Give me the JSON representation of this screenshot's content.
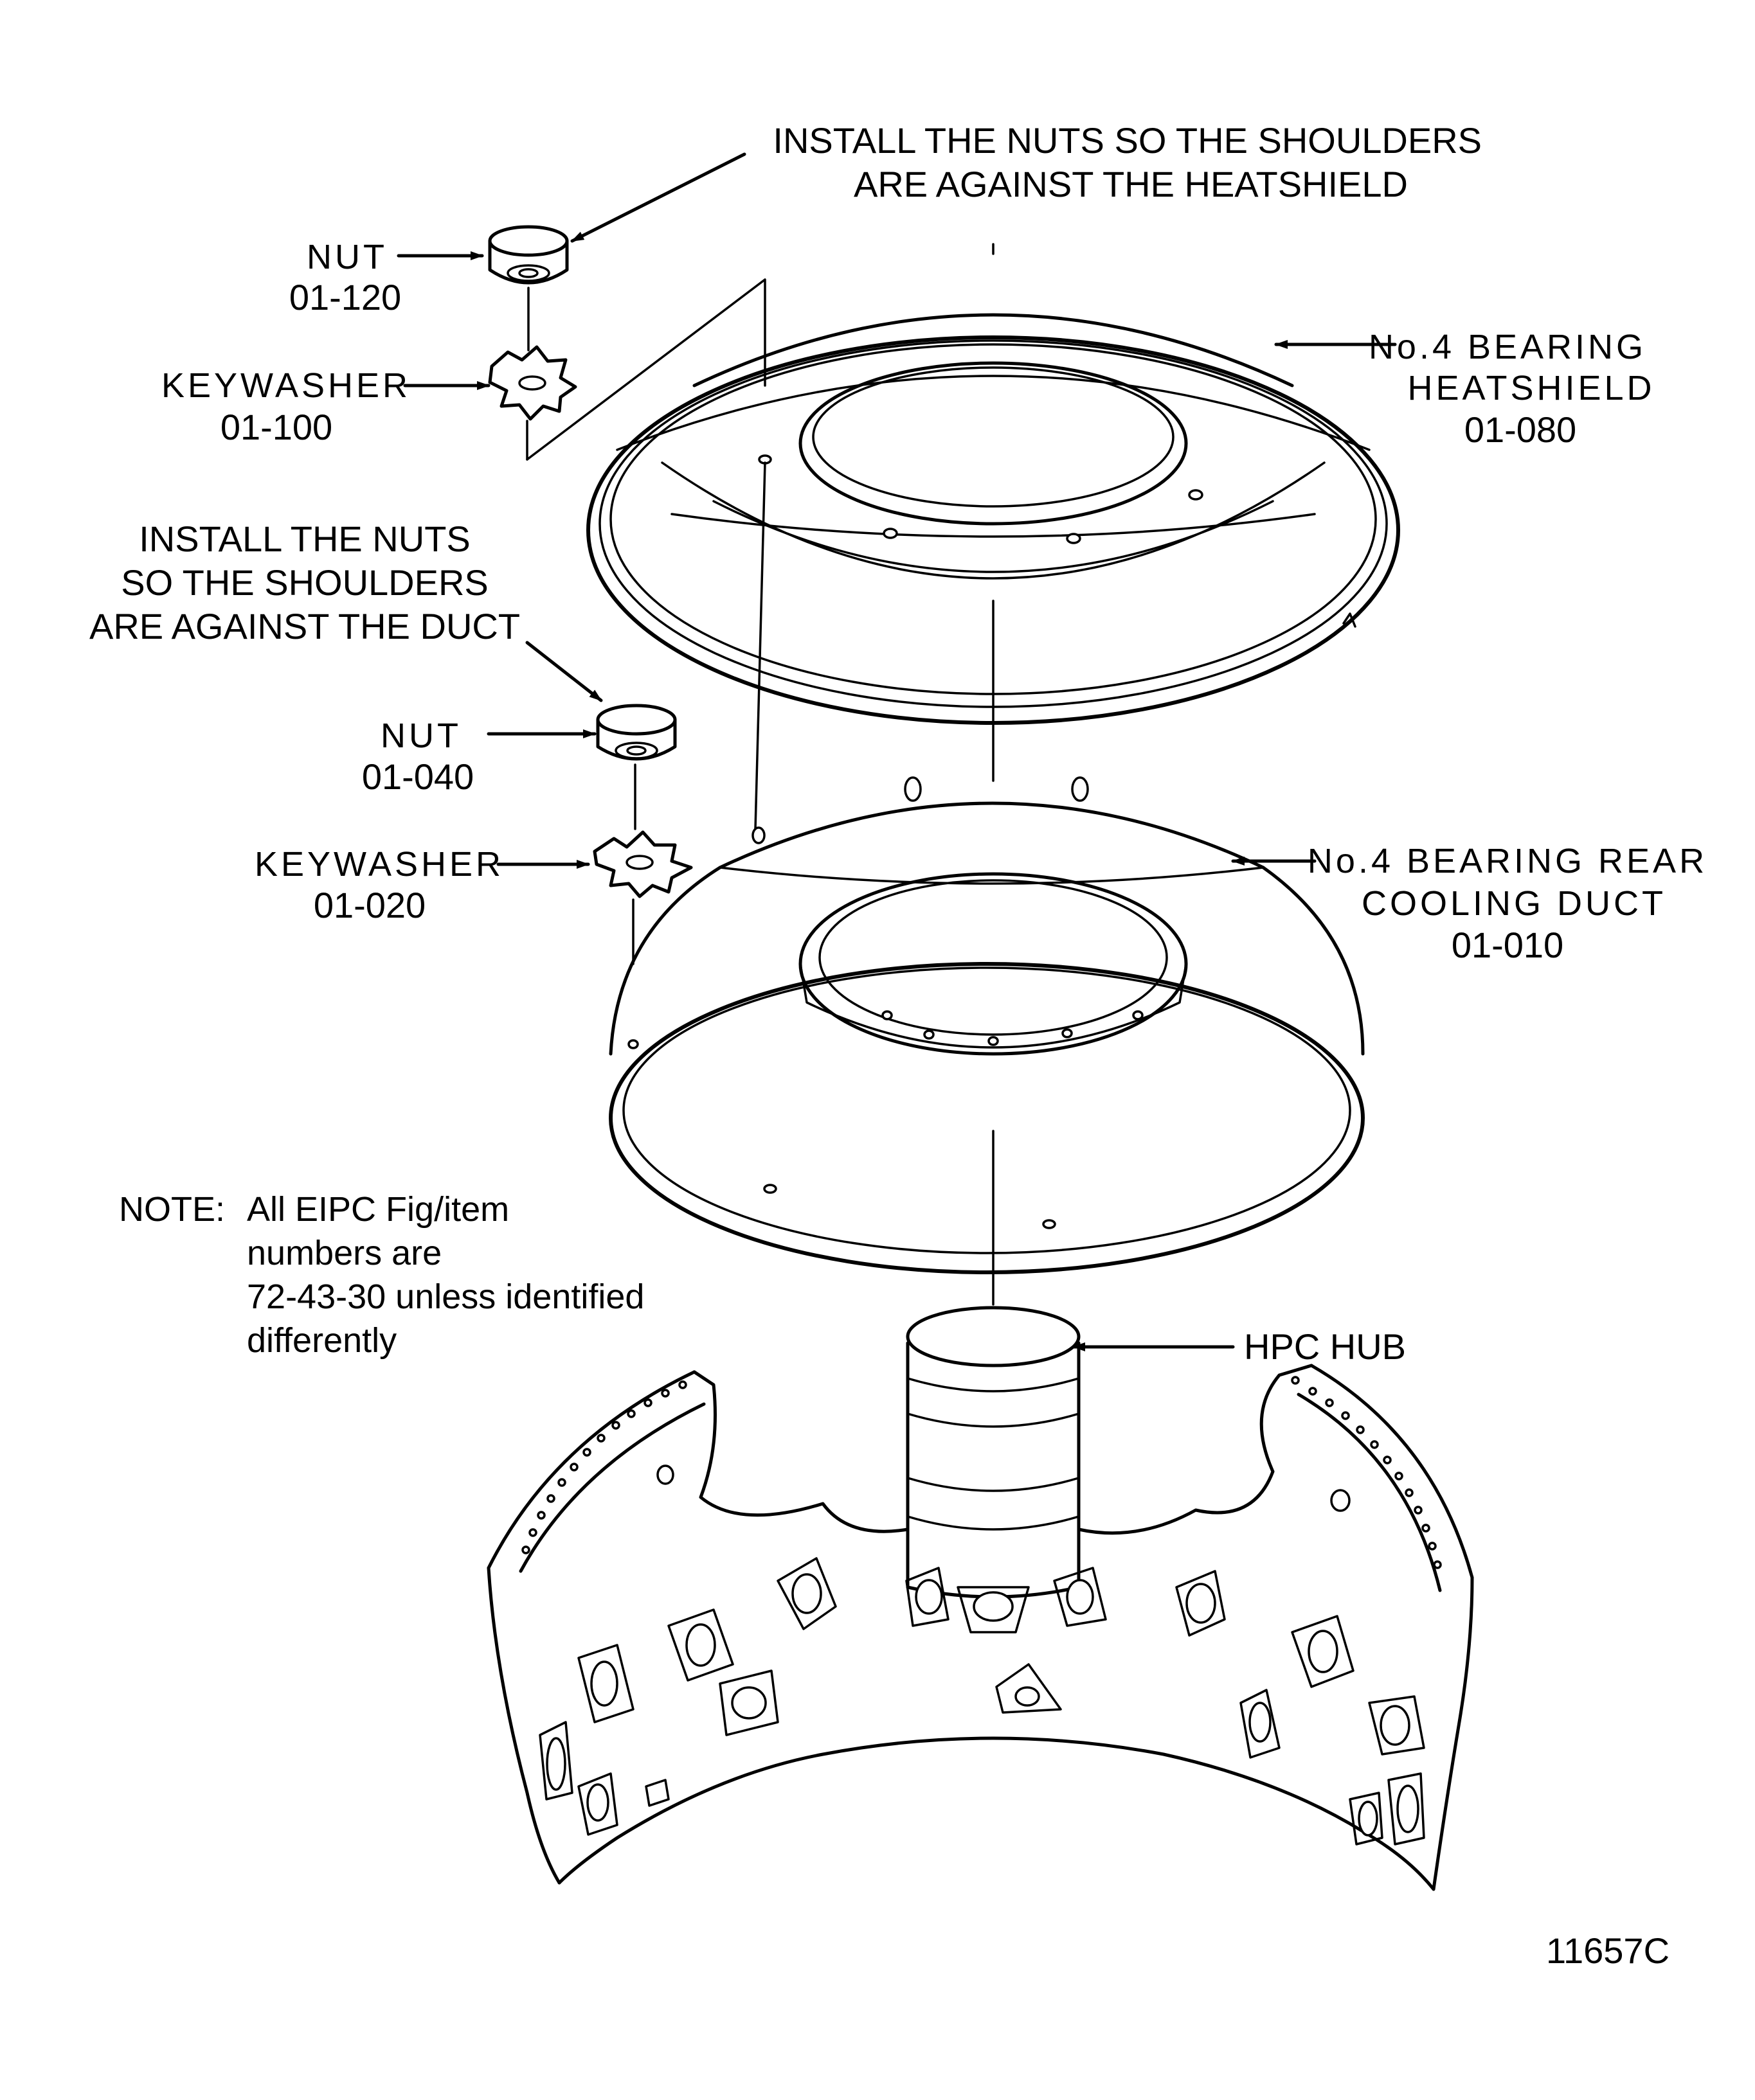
{
  "callouts": {
    "install_heatshield": [
      "INSTALL THE NUTS SO THE SHOULDERS",
      "ARE AGAINST THE HEATSHIELD"
    ],
    "nut_upper": [
      "NUT",
      "01-120"
    ],
    "keywasher_upper": [
      "KEYWASHER",
      "01-100"
    ],
    "heatshield": [
      "No.4 BEARING",
      "HEATSHIELD",
      "01-080"
    ],
    "install_duct": [
      "INSTALL THE NUTS",
      "SO THE SHOULDERS",
      "ARE AGAINST THE DUCT"
    ],
    "nut_lower": [
      "NUT",
      "01-040"
    ],
    "keywasher_lower": [
      "KEYWASHER",
      "01-020"
    ],
    "cooling_duct": [
      "No.4 BEARING REAR",
      "COOLING DUCT",
      "01-010"
    ],
    "hpc_hub": "HPC HUB"
  },
  "note": {
    "prefix": "NOTE:",
    "lines": [
      "All EIPC Fig/item",
      "numbers are",
      "72-43-30 unless identified",
      "differently"
    ]
  },
  "figure_id": "11657C",
  "colors": {
    "ink": "#000000",
    "paper": "#ffffff"
  }
}
